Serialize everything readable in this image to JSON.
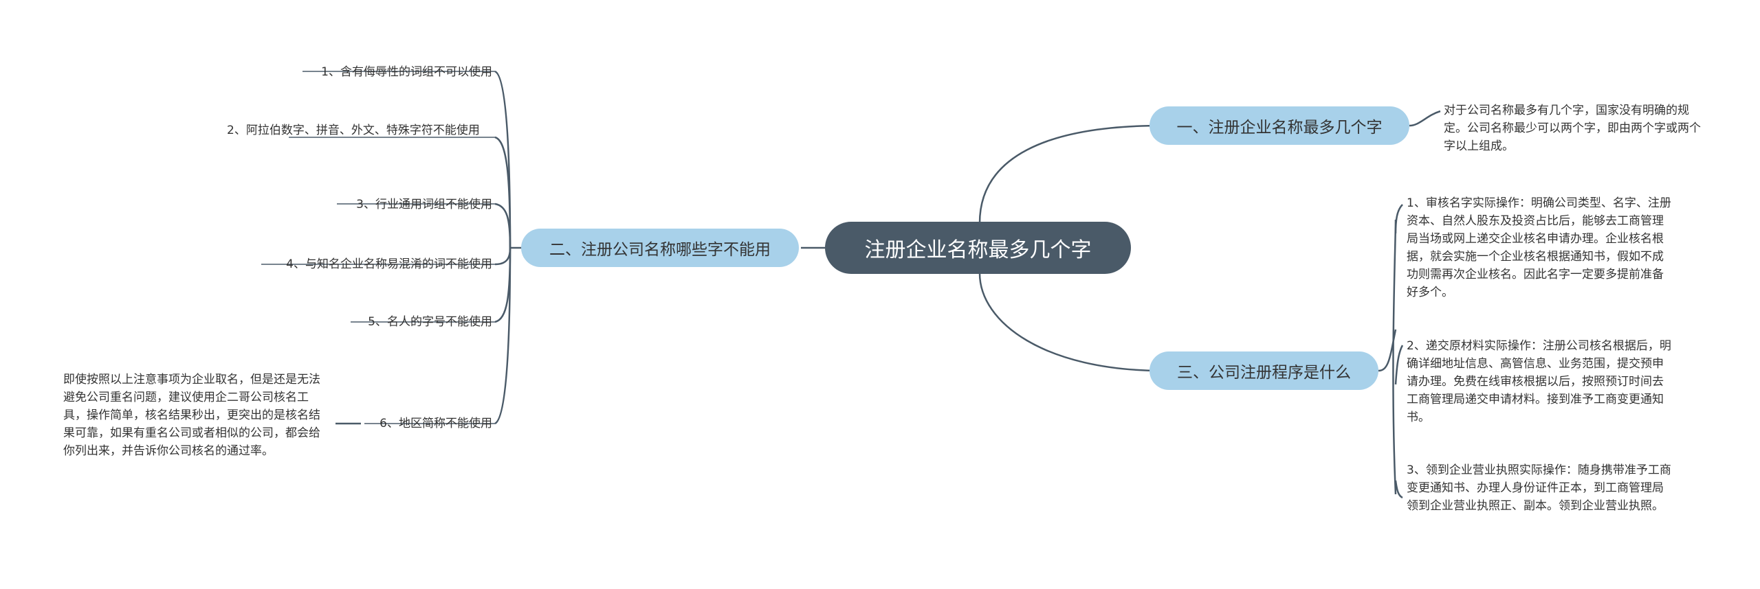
{
  "root": {
    "label": "注册企业名称最多几个字"
  },
  "branches": [
    {
      "label": "一、注册企业名称最多几个字",
      "leaves": [
        "对于公司名称最多有几个字，国家没有明确的规定。公司名称最少可以两个字，即由两个字或两个字以上组成。"
      ]
    },
    {
      "label": "二、注册公司名称哪些字不能用",
      "leaves": [
        "1、含有侮辱性的词组不可以使用",
        "2、阿拉伯数字、拼音、外文、特殊字符不能使用",
        "3、行业通用词组不能使用",
        "4、与知名企业名称易混淆的词不能使用",
        "5、名人的字号不能使用",
        "6、地区简称不能使用"
      ],
      "note": "即使按照以上注意事项为企业取名，但是还是无法避免公司重名问题，建议使用企二哥公司核名工具，操作简单，核名结果秒出，更突出的是核名结果可靠，如果有重名公司或者相似的公司，都会给你列出来，并告诉你公司核名的通过率。"
    },
    {
      "label": "三、公司注册程序是什么",
      "leaves": [
        "1、审核名字实际操作：明确公司类型、名字、注册资本、自然人股东及投资占比后，能够去工商管理局当场或网上递交企业核名申请办理。企业核名根据，就会实施一个企业核名根据通知书，假如不成功则需再次企业核名。因此名字一定要多提前准备好多个。",
        "2、递交原材料实际操作：注册公司核名根据后，明确详细地址信息、高管信息、业务范围，提交预申请办理。免费在线审核根据以后，按照预订时间去工商管理局递交申请材料。接到准予工商变更通知书。",
        "3、领到企业营业执照实际操作：随身携带准予工商变更通知书、办理人身份证件正本，到工商管理局领到企业营业执照正、副本。领到企业营业执照。"
      ]
    }
  ],
  "colors": {
    "root_bg": "#4a5a68",
    "branch_bg": "#a8d1ea",
    "line": "#4a5a68"
  }
}
